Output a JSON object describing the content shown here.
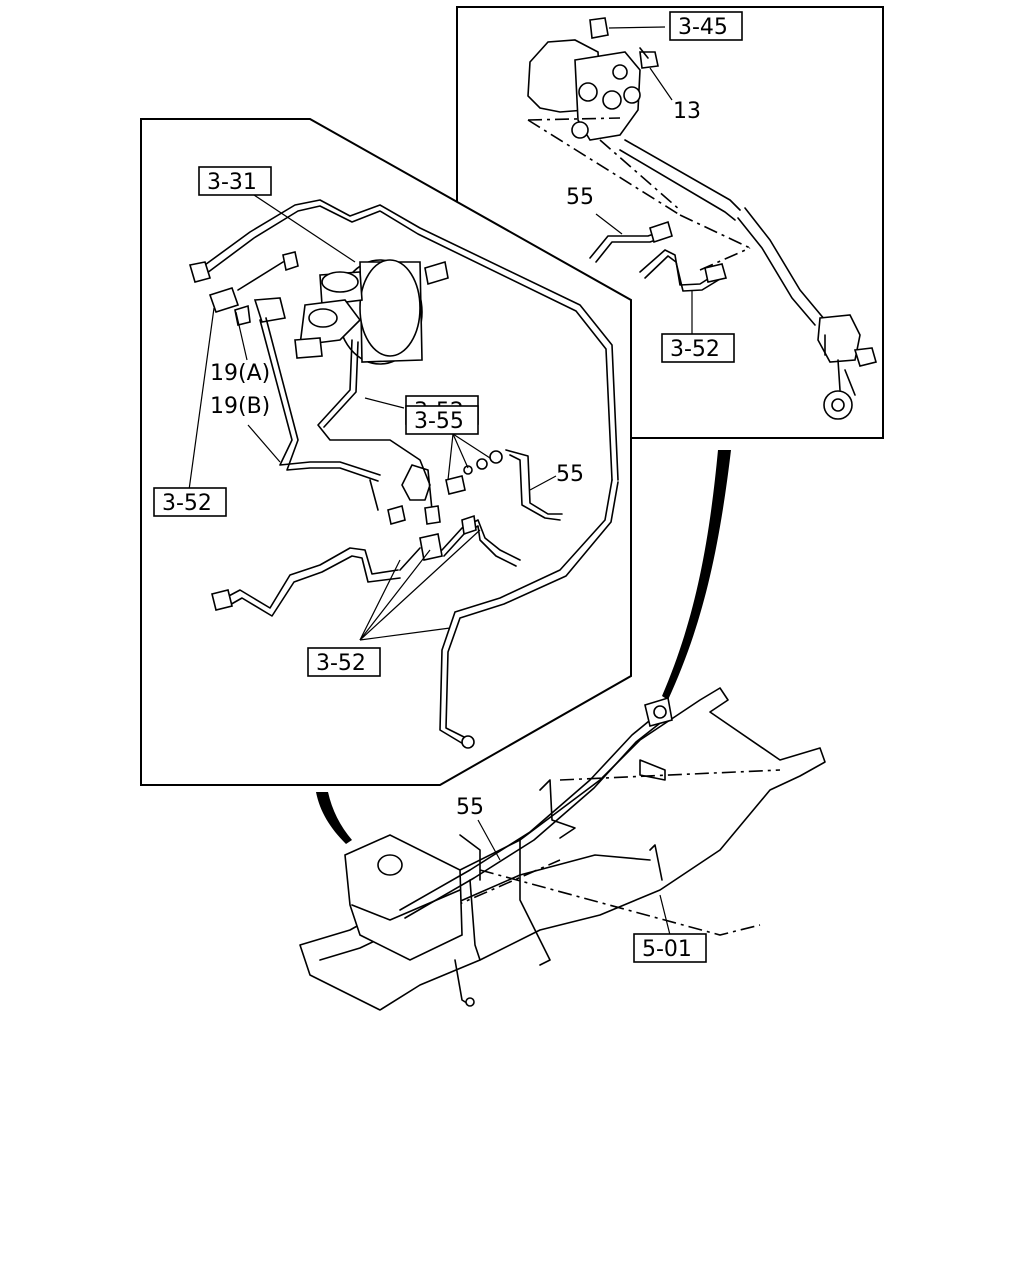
{
  "labels": {
    "ref_3_45": "3-45",
    "num_13": "13",
    "num_55_upper": "55",
    "ref_3_52_upper": "3-52",
    "ref_3_31": "3-31",
    "ref_3_52_booster": "3-52",
    "ref_19a": "19(A)",
    "ref_19b": "19(B)",
    "ref_3_55": "3-55",
    "num_55_mid": "55",
    "ref_3_52_left": "3-52",
    "ref_3_52_bottom": "3-52",
    "num_55_chassis": "55",
    "ref_5_01": "5-01"
  }
}
